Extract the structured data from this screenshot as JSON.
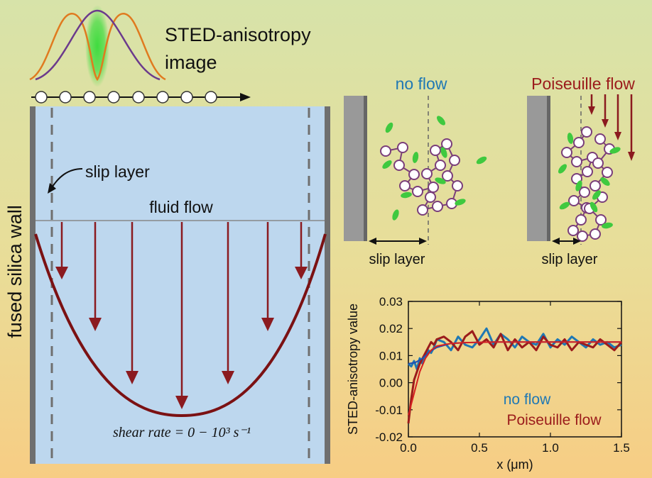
{
  "colors": {
    "bg_top": "#d6e2a8",
    "bg_bottom": "#f6cf86",
    "channel": "#bdd7ee",
    "wall": "#6f6f6f",
    "flow_dark_red": "#7b1113",
    "arrow_red": "#8b1a1f",
    "no_flow_blue": "#1f78b4",
    "poiseuille_red": "#9b1b1b",
    "polymer_node": "#7a4a8a",
    "dye_green": "#3fc93f",
    "psf_orange": "#e07a1f",
    "psf_purple": "#6b3a8c",
    "gray_wall_block": "#999999"
  },
  "header": {
    "title_line1": "STED-anisotropy",
    "title_line2": "image"
  },
  "labels": {
    "wall": "fused silica wall",
    "slip_layer_main": "slip layer",
    "fluid_flow": "fluid flow",
    "shear_rate": "shear rate = 0 − 10³ s⁻¹"
  },
  "panels": {
    "no_flow": {
      "title": "no flow",
      "slip_label": "slip layer"
    },
    "poiseuille": {
      "title": "Poiseuille flow",
      "slip_label": "slip layer"
    }
  },
  "chart_data": {
    "type": "line",
    "xlabel": "x (μm)",
    "ylabel": "STED-anisotropy value",
    "xlim": [
      0.0,
      1.5
    ],
    "ylim": [
      -0.02,
      0.03
    ],
    "xticks": [
      "0.0",
      "0.5",
      "1.0",
      "1.5"
    ],
    "yticks": [
      "-0.02",
      "-0.01",
      "0.00",
      "0.01",
      "0.02",
      "0.03"
    ],
    "legend": [
      "no flow",
      "Poiseuille flow"
    ],
    "legend_position": "bottom-right",
    "series": [
      {
        "name": "no flow",
        "color": "#1f78b4",
        "x": [
          0.0,
          0.02,
          0.04,
          0.06,
          0.08,
          0.1,
          0.12,
          0.14,
          0.16,
          0.18,
          0.2,
          0.25,
          0.3,
          0.35,
          0.4,
          0.45,
          0.5,
          0.55,
          0.6,
          0.65,
          0.7,
          0.75,
          0.8,
          0.85,
          0.9,
          0.95,
          1.0,
          1.05,
          1.1,
          1.15,
          1.2,
          1.25,
          1.3,
          1.35,
          1.4,
          1.45,
          1.5
        ],
        "y": [
          0.007,
          0.006,
          0.008,
          0.005,
          0.009,
          0.007,
          0.01,
          0.012,
          0.011,
          0.013,
          0.016,
          0.015,
          0.012,
          0.017,
          0.014,
          0.013,
          0.016,
          0.02,
          0.014,
          0.018,
          0.016,
          0.013,
          0.017,
          0.015,
          0.014,
          0.018,
          0.013,
          0.016,
          0.014,
          0.017,
          0.015,
          0.013,
          0.016,
          0.014,
          0.015,
          0.013,
          0.014
        ]
      },
      {
        "name": "Poiseuille flow",
        "color": "#9b1b1b",
        "x": [
          0.0,
          0.02,
          0.04,
          0.06,
          0.08,
          0.1,
          0.12,
          0.14,
          0.16,
          0.18,
          0.2,
          0.25,
          0.3,
          0.35,
          0.4,
          0.45,
          0.5,
          0.55,
          0.6,
          0.65,
          0.7,
          0.75,
          0.8,
          0.85,
          0.9,
          0.95,
          1.0,
          1.05,
          1.1,
          1.15,
          1.2,
          1.25,
          1.3,
          1.35,
          1.4,
          1.45,
          1.5
        ],
        "y": [
          -0.015,
          -0.006,
          0.001,
          0.004,
          0.007,
          0.009,
          0.011,
          0.013,
          0.015,
          0.014,
          0.016,
          0.017,
          0.015,
          0.012,
          0.017,
          0.019,
          0.014,
          0.016,
          0.013,
          0.018,
          0.012,
          0.016,
          0.013,
          0.015,
          0.012,
          0.017,
          0.014,
          0.013,
          0.016,
          0.012,
          0.015,
          0.014,
          0.013,
          0.016,
          0.014,
          0.012,
          0.015
        ]
      },
      {
        "name": "",
        "color": "#1f4fb4",
        "x": [
          0.0,
          0.05,
          0.1,
          0.15,
          0.2,
          0.3,
          0.4,
          0.6,
          0.8,
          1.0,
          1.2,
          1.5
        ],
        "y": [
          0.007,
          0.0075,
          0.009,
          0.0115,
          0.013,
          0.0145,
          0.0148,
          0.015,
          0.015,
          0.015,
          0.015,
          0.015
        ]
      },
      {
        "name": "",
        "color": "#d62020",
        "x": [
          0.0,
          0.04,
          0.08,
          0.12,
          0.16,
          0.2,
          0.3,
          0.4,
          0.6,
          0.8,
          1.0,
          1.2,
          1.5
        ],
        "y": [
          -0.012,
          -0.004,
          0.004,
          0.009,
          0.012,
          0.0135,
          0.0145,
          0.0148,
          0.015,
          0.015,
          0.015,
          0.015,
          0.015
        ]
      }
    ]
  }
}
